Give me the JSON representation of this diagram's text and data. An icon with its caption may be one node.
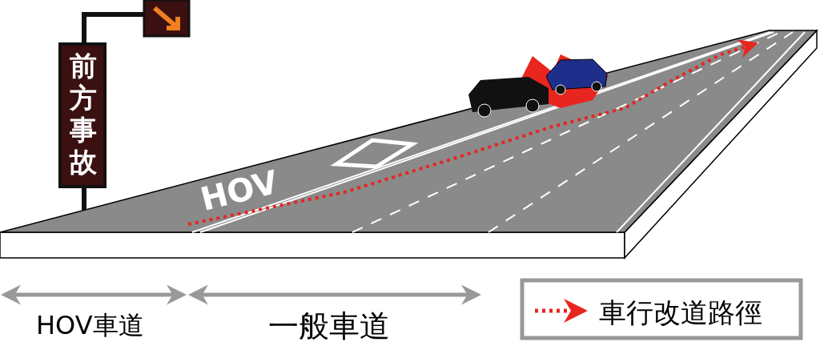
{
  "diagram": {
    "labels": [
      "前方事故",
      "HOV",
      "HOV車道",
      "一般車道"
    ],
    "legend": [
      {
        "text": "車行改道路徑"
      }
    ]
  }
}
